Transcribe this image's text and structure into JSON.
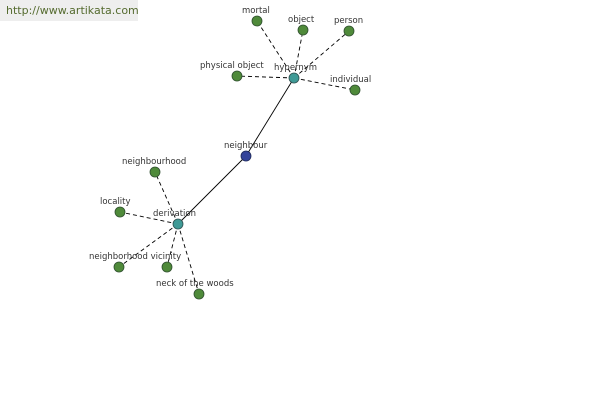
{
  "watermark": "http://www.artikata.com",
  "colors": {
    "leaf": "#4f8a3a",
    "hub": "#3f9a96",
    "center": "#34449a",
    "watermark_bg": "#eeeeee",
    "watermark_text": "#556b2f"
  },
  "nodes": {
    "neighbour": "neighbour",
    "hypernym": "hypernym",
    "derivation": "derivation",
    "mortal": "mortal",
    "object": "object",
    "person": "person",
    "physical_object": "physical object",
    "individual": "individual",
    "neighbourhood": "neighbourhood",
    "locality": "locality",
    "neighborhood_vicinity": "neighborhood vicinity",
    "neck_of_the_woods": "neck of the woods"
  }
}
